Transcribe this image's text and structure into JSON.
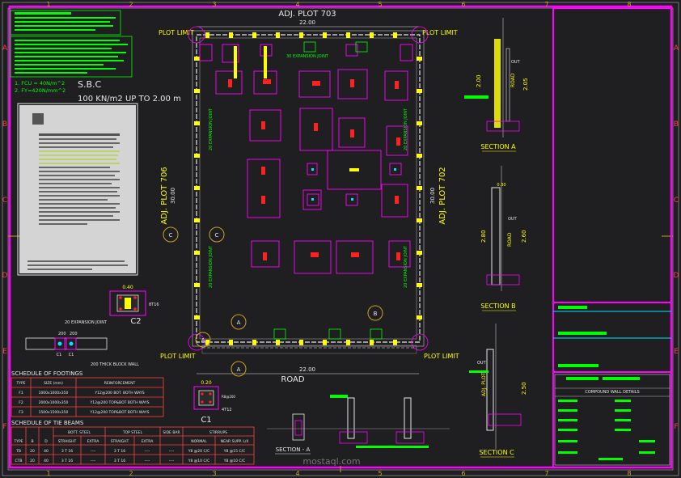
{
  "border": {
    "top_numbers": [
      "1",
      "2",
      "3",
      "4",
      "5",
      "6",
      "7",
      "8"
    ],
    "side_letters": [
      "A",
      "B",
      "C",
      "D",
      "E",
      "F"
    ]
  },
  "notes": {
    "sbc_title": "S.B.C",
    "sbc_value": "100 KN/m2 UP TO 2.00 m",
    "item_1": "1.   FCU = 40N/m^2",
    "item_2": "2.   FY=420N/mm^2"
  },
  "plan": {
    "adj_top": "ADJ. PLOT 703",
    "adj_left": "ADJ. PLOT 706",
    "adj_right": "ADJ. PLOT 702",
    "road": "ROAD",
    "plot_limit": "PLOT LIMIT",
    "dim_top": "22.00",
    "dim_bottom": "22.00",
    "dim_left": "30.00",
    "dim_right": "30.00",
    "expansion_joint_top": "30 EXPANSION JOINT",
    "expansion_joint": "20 EXPANSION JOINT",
    "marker_a": "A",
    "marker_b": "B",
    "marker_c": "C"
  },
  "columns": {
    "c2_label": "C2",
    "c2_dim": "0.40",
    "c2_bars": "8T16",
    "c1_label": "C1",
    "c1_dim": "0.20",
    "c1_bars": "4T12",
    "c1_stirrup": "R8@200",
    "exp_joint_note": "20 EXPANSION JOINT",
    "block_wall_note": "200 THICK BLOCK WALL",
    "detail_dim": "200",
    "c1_tag_1": "C1",
    "c1_tag_2": "C1"
  },
  "footings": {
    "title": "SCHEDULE OF FOOTINGS",
    "headers": [
      "TYPE",
      "SIZE (mm)",
      "REINFORCEMENT"
    ],
    "rows": [
      [
        "F1",
        "1000x1000x350",
        "Y12@200  BOT. BOTH WAYS"
      ],
      [
        "F2",
        "2000x1000x350",
        "Y12@200  TOP&BOT  BOTH WAYS"
      ],
      [
        "F3",
        "1500x1500x350",
        "Y12@200  TOP&BOT  BOTH WAYS"
      ]
    ]
  },
  "tie_beams": {
    "title": "SCHEDULE OF TIE BEAMS",
    "group_headers": [
      "BOTT. STEEL",
      "TOP STEEL",
      "SIDE BAR",
      "STIRRUPS"
    ],
    "headers": [
      "TYPE",
      "B",
      "D",
      "STRAIGHT",
      "EXTRA",
      "STRAIGHT",
      "EXTRA",
      "",
      "NORMAL",
      "NEAR SUPP. L/4"
    ],
    "rows": [
      [
        "TB",
        "20",
        "40",
        "3 T 16",
        "----",
        "3 T 16",
        "----",
        "----",
        "Y8 @20 C/C",
        "Y8 @15 C/C"
      ],
      [
        "CTB",
        "20",
        "40",
        "3 T 16",
        "----",
        "3 T 16",
        "----",
        "----",
        "Y8 @10 C/C",
        "Y8 @10 C/C"
      ]
    ]
  },
  "sections": {
    "section_a": "SECTION A",
    "section_b": "SECTION B",
    "section_c": "SECTION C",
    "section_minor": "SECTION - A",
    "out": "OUT",
    "road": "ROAD",
    "adj_plot": "ADJ. PLOT",
    "dim_a1": "2.00",
    "dim_a2": "2.05",
    "dim_b1": "2.80",
    "dim_b2": "2.60",
    "dim_c1": "2.50",
    "dim_c2": "0.30"
  },
  "title_block": {
    "drawing_title": "COMPOUND WALL DETAILS"
  },
  "watermark": {
    "site": "mostaql.com"
  },
  "colors": {
    "background": "#1f1f22",
    "frame": "#ff00ff",
    "yellow": "#ffff00",
    "green": "#00ff00",
    "cyan": "#00ffff",
    "red": "#ff0000",
    "white": "#ffffff"
  }
}
